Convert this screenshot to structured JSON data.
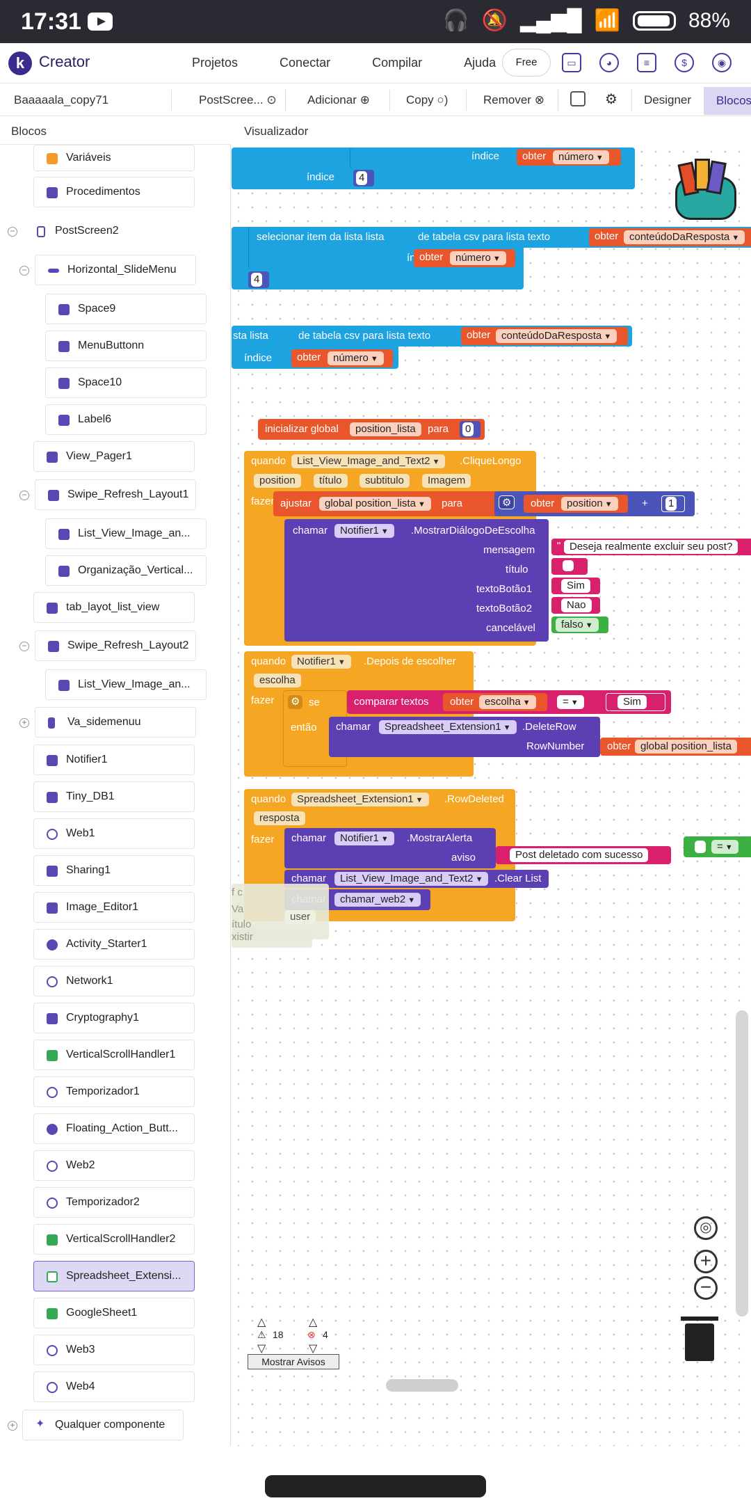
{
  "status": {
    "time": "17:31",
    "battery": "88%"
  },
  "nav": {
    "brand": "Creator",
    "links": [
      "Projetos",
      "Conectar",
      "Compilar",
      "Ajuda"
    ],
    "free": "Free"
  },
  "toolbar": {
    "project": "Baaaaala_copy71",
    "screen": "PostScree...",
    "add": "Adicionar",
    "copy": "Copy",
    "remove": "Remover",
    "designer": "Designer",
    "blocks": "Blocos"
  },
  "sidebar": {
    "title": "Blocos",
    "items": [
      "Variáveis",
      "Procedimentos",
      "PostScreen2",
      "Horizontal_SlideMenu",
      "Space9",
      "MenuButtonn",
      "Space10",
      "Label6",
      "View_Pager1",
      "Swipe_Refresh_Layout1",
      "List_View_Image_an...",
      "Organização_Vertical...",
      "tab_layot_list_view",
      "Swipe_Refresh_Layout2",
      "List_View_Image_an...",
      "Va_sidemenuu",
      "Notifier1",
      "Tiny_DB1",
      "Web1",
      "Sharing1",
      "Image_Editor1",
      "Activity_Starter1",
      "Network1",
      "Cryptography1",
      "VerticalScrollHandler1",
      "Temporizador1",
      "Floating_Action_Butt...",
      "Web2",
      "Temporizador2",
      "VerticalScrollHandler2",
      "Spreadsheet_Extensi...",
      "GoogleSheet1",
      "Web3",
      "Web4",
      "Qualquer componente"
    ]
  },
  "workspace": {
    "title": "Visualizador",
    "b1": {
      "indice": "índice",
      "obter": "obter",
      "numero": "número",
      "num": "4"
    },
    "b2": {
      "select": "selecionar item da lista  lista",
      "csv": "de tabela csv para lista  texto",
      "obter": "obter",
      "resp": "conteúdoDaResposta",
      "indice": "índice",
      "numero": "número",
      "num": "4"
    },
    "b3": {
      "lista": "sta  lista",
      "csv": "de tabela csv para lista  texto",
      "obter": "obter",
      "resp": "conteúdoDaResposta",
      "indice": "índice",
      "numero": "número"
    },
    "init": {
      "label": "inicializar global",
      "name": "position_lista",
      "para": "para",
      "value": "0"
    },
    "ev1": {
      "quando": "quando",
      "comp": "List_View_Image_and_Text2",
      "event": ".CliqueLongo",
      "params": [
        "position",
        "título",
        "subtitulo",
        "Imagem"
      ],
      "fazer": "fazer",
      "ajustar": "ajustar",
      "var": "global position_lista",
      "para": "para",
      "obter": "obter",
      "pos": "position",
      "plus": "+",
      "one": "1",
      "chamar": "chamar",
      "notif": "Notifier1",
      "method": ".MostrarDiálogoDeEscolha",
      "mensagem": "mensagem",
      "msg": "Deseja realmente excluir seu post?",
      "titulo": "título",
      "tb1": "textoBotão1",
      "sim": "Sim",
      "tb2": "textoBotão2",
      "nao": "Nao",
      "canc": "cancelável",
      "falso": "falso"
    },
    "ev2": {
      "quando": "quando",
      "comp": "Notifier1",
      "event": ".Depois de escolher",
      "param": "escolha",
      "fazer": "fazer",
      "se": "se",
      "comparar": "comparar textos",
      "obter": "obter",
      "escolha": "escolha",
      "eq": "=",
      "sim": "Sim",
      "entao": "então",
      "chamar": "chamar",
      "sheet": "Spreadsheet_Extension1",
      "method": ".DeleteRow",
      "rownum": "RowNumber",
      "var": "global position_lista"
    },
    "ev3": {
      "quando": "quando",
      "comp": "Spreadsheet_Extension1",
      "event": ".RowDeleted",
      "param": "resposta",
      "fazer": "fazer",
      "chamar": "chamar",
      "notif": "Notifier1",
      "method": ".MostrarAlerta",
      "aviso": "aviso",
      "msg": "Post deletado com sucesso",
      "list": "List_View_Image_and_Text2",
      "clear": ".Clear List",
      "web": "chamar_web2",
      "eq": "="
    },
    "ghost": {
      "user": "user",
      "a": "f c",
      "b": "Va",
      "c": "ítulo",
      "d": "xistir"
    },
    "warnings": "18",
    "errors": "4",
    "show_warnings": "Mostrar Avisos"
  }
}
